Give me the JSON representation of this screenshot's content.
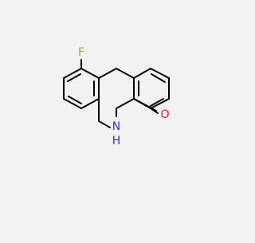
{
  "colors": {
    "background": "#f2f2f2",
    "bond": "#000000",
    "fluorine": "#8db23d",
    "nitrogen": "#3333cc",
    "oxygen": "#ff0d0d"
  },
  "atoms": {
    "fluorine": "F",
    "nitrogen": "N",
    "hydrogen": "H",
    "oxygen": "O"
  }
}
